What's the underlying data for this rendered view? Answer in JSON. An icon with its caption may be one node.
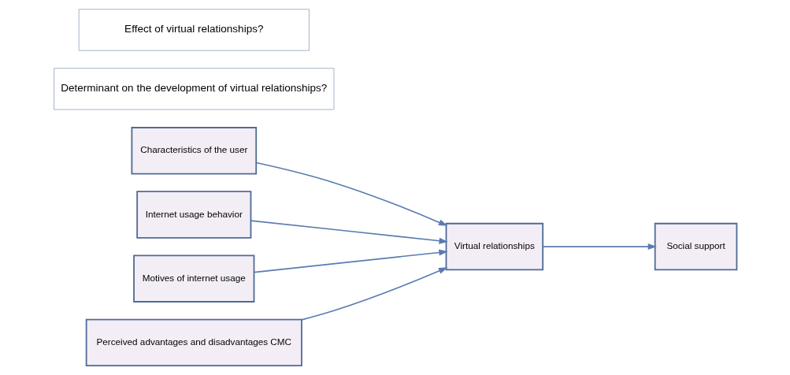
{
  "diagram": {
    "nodes": [
      {
        "text": [
          "Characteristics of the user"
        ]
      },
      {
        "text": [
          "Internet usage behavior"
        ]
      },
      {
        "text": [
          "Motives of internet usage"
        ]
      },
      {
        "text": [
          "Perceived advantages and disadvantages CMC"
        ]
      },
      {
        "text": [
          "Virtual relationships"
        ]
      },
      {
        "text": [
          "Social support"
        ]
      },
      {
        "text": [
          "Determinant on the development of virtual relationships?"
        ]
      },
      {
        "text": [
          "Effect of virtual relationships?"
        ]
      }
    ],
    "edges": [
      {
        "from": 0,
        "to": 4,
        "arrow": "to"
      },
      {
        "from": 1,
        "to": 4,
        "arrow": "to"
      },
      {
        "from": 2,
        "to": 4,
        "arrow": "to"
      },
      {
        "from": 3,
        "to": 4,
        "arrow": "to"
      },
      {
        "from": 4,
        "to": 5,
        "arrow": "to"
      }
    ]
  }
}
